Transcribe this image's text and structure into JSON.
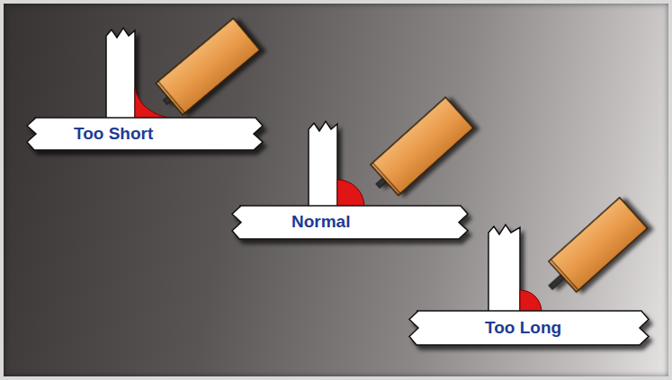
{
  "diagram": {
    "nodes": [
      {
        "text": [
          "Too Short"
        ]
      },
      {
        "text": [
          "Normal"
        ]
      },
      {
        "text": [
          "Too Long"
        ]
      }
    ]
  }
}
